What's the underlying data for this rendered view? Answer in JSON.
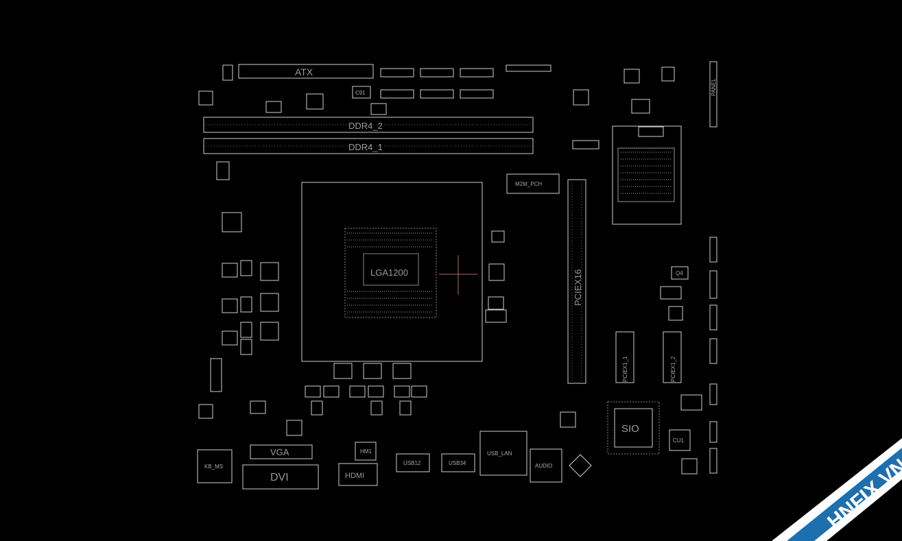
{
  "board": {
    "labels": {
      "atx": "ATX",
      "ddr4_2": "DDR4_2",
      "ddr4_1": "DDR4_1",
      "m2m_pch": "M2M_PCH",
      "pciex16": "PCIEX16",
      "pciex1_1": "PCIEX1_1",
      "pciex1_2": "PCIEX1_2",
      "sio": "SIO",
      "vga": "VGA",
      "dvi": "DVI",
      "hdmi": "HDMI",
      "usb12": "USB12",
      "usb34": "USB34",
      "usb_lan": "USB_LAN",
      "audio": "AUDIO",
      "kb_ms": "KB_MS",
      "q4": "Q4",
      "cu1": "CU1",
      "cpu": "LGA1200",
      "chip_small": "C91",
      "hm1": "HM1",
      "chassis": "PANEL"
    },
    "colors": {
      "background": "#000000",
      "outline": "#d0d0d0",
      "crosshair": "#b46a6a",
      "watermark_band": "#1e6fae",
      "watermark_text": "#ffffff"
    }
  },
  "watermark": {
    "text": "HNFIX.VN"
  }
}
